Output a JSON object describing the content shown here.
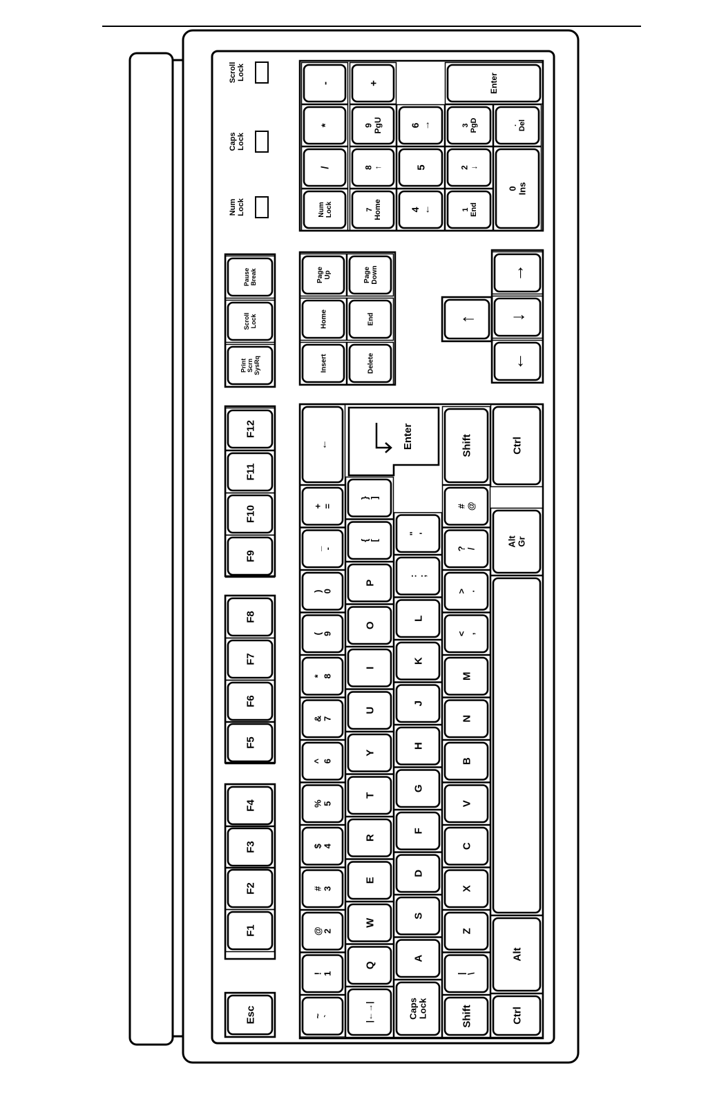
{
  "keyboard": {
    "function_row": [
      {
        "name": "esc",
        "label": "Esc"
      },
      {
        "name": "f1",
        "label": "F1"
      },
      {
        "name": "f2",
        "label": "F2"
      },
      {
        "name": "f3",
        "label": "F3"
      },
      {
        "name": "f4",
        "label": "F4"
      },
      {
        "name": "f5",
        "label": "F5"
      },
      {
        "name": "f6",
        "label": "F6"
      },
      {
        "name": "f7",
        "label": "F7"
      },
      {
        "name": "f8",
        "label": "F8"
      },
      {
        "name": "f9",
        "label": "F9"
      },
      {
        "name": "f10",
        "label": "F10"
      },
      {
        "name": "f11",
        "label": "F11"
      },
      {
        "name": "f12",
        "label": "F12"
      }
    ],
    "system_keys": [
      {
        "name": "print-screen",
        "label": "Print Scrn SysRq"
      },
      {
        "name": "scroll-lock",
        "label": "Scroll Lock"
      },
      {
        "name": "pause",
        "label": "Pause Break"
      }
    ],
    "indicators": [
      {
        "name": "num-lock",
        "label": "Num Lock"
      },
      {
        "name": "caps-lock",
        "label": "Caps Lock"
      },
      {
        "name": "scroll-lock",
        "label": "Scroll Lock"
      }
    ],
    "number_row": [
      {
        "name": "tilde",
        "label": "~ `"
      },
      {
        "name": "1",
        "label": "! 1"
      },
      {
        "name": "2",
        "label": "@ 2"
      },
      {
        "name": "3",
        "label": "# 3"
      },
      {
        "name": "4",
        "label": "$ 4"
      },
      {
        "name": "5",
        "label": "% 5"
      },
      {
        "name": "6",
        "label": "^ 6"
      },
      {
        "name": "7",
        "label": "& 7"
      },
      {
        "name": "8",
        "label": "* 8"
      },
      {
        "name": "9",
        "label": "( 9"
      },
      {
        "name": "0",
        "label": ") 0"
      },
      {
        "name": "minus",
        "label": "_ -"
      },
      {
        "name": "equals",
        "label": "+ ="
      },
      {
        "name": "backspace",
        "label": "←"
      }
    ],
    "top_row": [
      {
        "name": "tab",
        "label": "|←→|"
      },
      {
        "name": "q",
        "label": "Q"
      },
      {
        "name": "w",
        "label": "W"
      },
      {
        "name": "e",
        "label": "E"
      },
      {
        "name": "r",
        "label": "R"
      },
      {
        "name": "t",
        "label": "T"
      },
      {
        "name": "y",
        "label": "Y"
      },
      {
        "name": "u",
        "label": "U"
      },
      {
        "name": "i",
        "label": "I"
      },
      {
        "name": "o",
        "label": "O"
      },
      {
        "name": "p",
        "label": "P"
      },
      {
        "name": "lbracket",
        "label": "{ ["
      },
      {
        "name": "rbracket",
        "label": "} ]"
      }
    ],
    "home_row": [
      {
        "name": "caps-lock",
        "label": "Caps Lock"
      },
      {
        "name": "a",
        "label": "A"
      },
      {
        "name": "s",
        "label": "S"
      },
      {
        "name": "d",
        "label": "D"
      },
      {
        "name": "f",
        "label": "F"
      },
      {
        "name": "g",
        "label": "G"
      },
      {
        "name": "h",
        "label": "H"
      },
      {
        "name": "j",
        "label": "J"
      },
      {
        "name": "k",
        "label": "K"
      },
      {
        "name": "l",
        "label": "L"
      },
      {
        "name": "semicolon",
        "label": ": ;"
      },
      {
        "name": "quote",
        "label": "\" '"
      }
    ],
    "enter_label": "Enter",
    "bottom_row": [
      {
        "name": "lshift",
        "label": "Shift"
      },
      {
        "name": "backslash",
        "label": "| \\"
      },
      {
        "name": "z",
        "label": "Z"
      },
      {
        "name": "x",
        "label": "X"
      },
      {
        "name": "c",
        "label": "C"
      },
      {
        "name": "v",
        "label": "V"
      },
      {
        "name": "b",
        "label": "B"
      },
      {
        "name": "n",
        "label": "N"
      },
      {
        "name": "m",
        "label": "M"
      },
      {
        "name": "comma",
        "label": "< ,"
      },
      {
        "name": "period",
        "label": "> ."
      },
      {
        "name": "slash",
        "label": "? /"
      },
      {
        "name": "hash",
        "label": "# @"
      },
      {
        "name": "rshift",
        "label": "Shift"
      }
    ],
    "space_row": [
      {
        "name": "lctrl",
        "label": "Ctrl"
      },
      {
        "name": "alt",
        "label": "Alt"
      },
      {
        "name": "space",
        "label": ""
      },
      {
        "name": "altgr",
        "label": "Alt Gr"
      },
      {
        "name": "rctrl",
        "label": "Ctrl"
      }
    ],
    "nav_cluster": [
      {
        "name": "insert",
        "label": "Insert"
      },
      {
        "name": "home",
        "label": "Home"
      },
      {
        "name": "page-up",
        "label": "Page Up"
      },
      {
        "name": "delete",
        "label": "Delete"
      },
      {
        "name": "end",
        "label": "End"
      },
      {
        "name": "page-down",
        "label": "Page Down"
      }
    ],
    "arrows": [
      {
        "name": "up",
        "label": "↑"
      },
      {
        "name": "left",
        "label": "←"
      },
      {
        "name": "down",
        "label": "↓"
      },
      {
        "name": "right",
        "label": "→"
      }
    ],
    "numpad": [
      {
        "name": "num-lock",
        "label": "Num Lock"
      },
      {
        "name": "divide",
        "label": "/"
      },
      {
        "name": "multiply",
        "label": "*"
      },
      {
        "name": "minus",
        "label": "-"
      },
      {
        "name": "7",
        "label": "7 Home"
      },
      {
        "name": "8",
        "label": "8 ↑"
      },
      {
        "name": "9",
        "label": "9 PgU"
      },
      {
        "name": "plus",
        "label": "+"
      },
      {
        "name": "4",
        "label": "4 ←"
      },
      {
        "name": "5",
        "label": "5"
      },
      {
        "name": "6",
        "label": "6 →"
      },
      {
        "name": "1",
        "label": "1 End"
      },
      {
        "name": "2",
        "label": "2 ↓"
      },
      {
        "name": "3",
        "label": "3 PgD"
      },
      {
        "name": "enter",
        "label": "Enter"
      },
      {
        "name": "0",
        "label": "0 Ins"
      },
      {
        "name": "decimal",
        "label": ". Del"
      }
    ]
  }
}
